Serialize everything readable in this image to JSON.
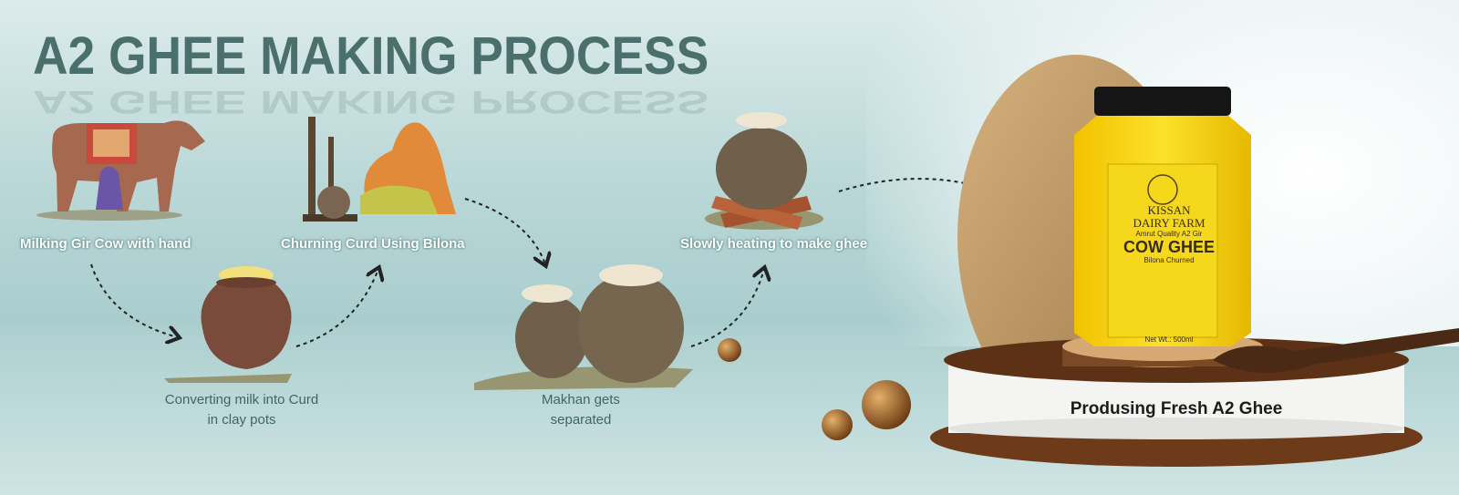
{
  "title": "A2 GHEE MAKING PROCESS",
  "steps": [
    {
      "caption": "Milking Gir Cow with hand"
    },
    {
      "caption_line1": "Converting milk into Curd",
      "caption_line2": "in clay pots"
    },
    {
      "caption": "Churning Curd Using Bilona"
    },
    {
      "caption_line1": "Makhan gets",
      "caption_line2": "separated"
    },
    {
      "caption": "Slowly heating to make ghee"
    },
    {
      "caption": "Produsing Fresh A2 Ghee"
    }
  ],
  "jar_label": {
    "brand_line1": "KISSAN",
    "brand_line2": "DAIRY FARM",
    "tagline": "Amrut Quality A2 Gir",
    "product": "COW GHEE",
    "subtitle": "Bilona Churned",
    "net_wt": "Net Wt.: 500ml"
  },
  "colors": {
    "title": "#4a6f6c",
    "ghee": "#f7d417",
    "pot": "#6e5a45"
  }
}
